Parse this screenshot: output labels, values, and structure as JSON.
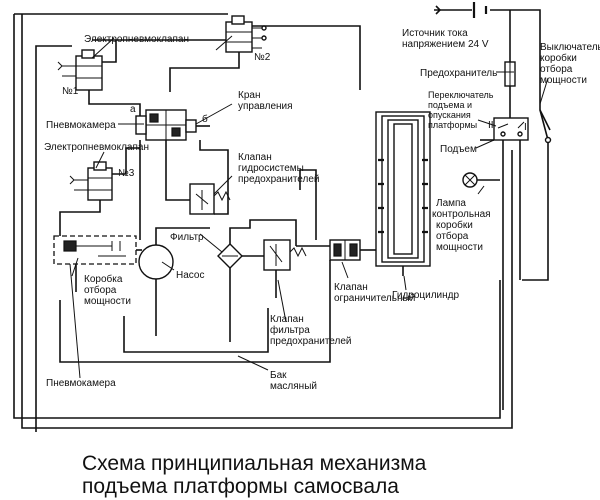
{
  "labels": {
    "elektropnevmoklapan_top": "Электропневмоклапан",
    "n1": "№1",
    "n2": "№2",
    "n3": "№3",
    "a": "а",
    "b": "б",
    "kran": [
      "Кран",
      "управления"
    ],
    "pnevmokamera_top": "Пневмокамера",
    "elektropnevmoklapan_mid": "Электропневмоклапан",
    "klapan_gidrosistemy": [
      "Клапан",
      "гидросистемы",
      "предохранителей"
    ],
    "filtr": "Фильтр",
    "nasos": "Насос",
    "korobka": [
      "Коробка",
      "отбора",
      "мощности"
    ],
    "klapan_filtra": [
      "Клапан",
      "фильтра",
      "предохранителей"
    ],
    "klapan_ogranichitelny": [
      "Клапан",
      "ограничительный"
    ],
    "gidrocilindr": "Гидроцилиндр",
    "pnevmokamera_bottom": "Пневмокамера",
    "bak": [
      "Бак",
      "масляный"
    ],
    "istochnik": [
      "Источник тока",
      "напряжением 24 V"
    ],
    "predohranitel": "Предохранитель",
    "vykluchatel": [
      "Выключатель",
      "коробки",
      "отбора",
      "мощности"
    ],
    "pereklyuchatel": [
      "Переключатель",
      "подъема и",
      "опускания",
      "платформы"
    ],
    "roman_2": "II",
    "roman_1": "I",
    "podem": "Подъем",
    "lampa": [
      "Лампа",
      "контрольная",
      "коробки",
      "отбора",
      "мощности"
    ]
  },
  "caption": [
    "Схема принципиальная механизма",
    "подъема платформы самосвала"
  ]
}
